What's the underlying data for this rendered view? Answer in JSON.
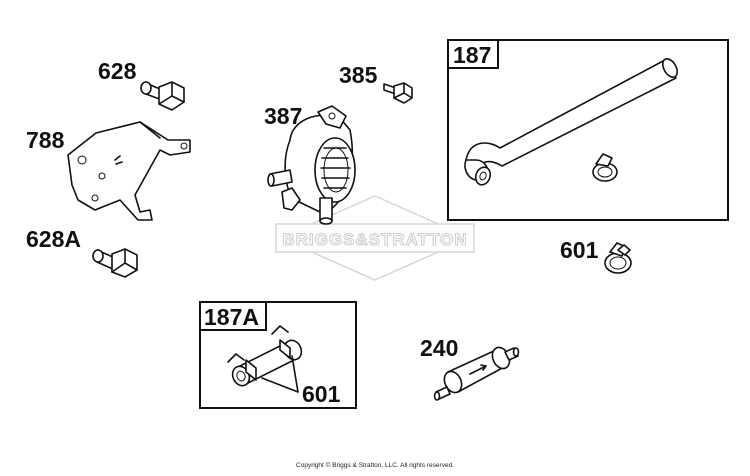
{
  "labels": {
    "p628": "628",
    "p788": "788",
    "p628a": "628A",
    "p385": "385",
    "p387": "387",
    "p187": "187",
    "p601_right": "601",
    "p187a": "187A",
    "p601_box": "601",
    "p240": "240"
  },
  "watermark": {
    "text": "BRIGGS&STRATTON"
  },
  "footer": {
    "copyright": "Copyright © Briggs & Stratton, LLC. All rights reserved."
  }
}
